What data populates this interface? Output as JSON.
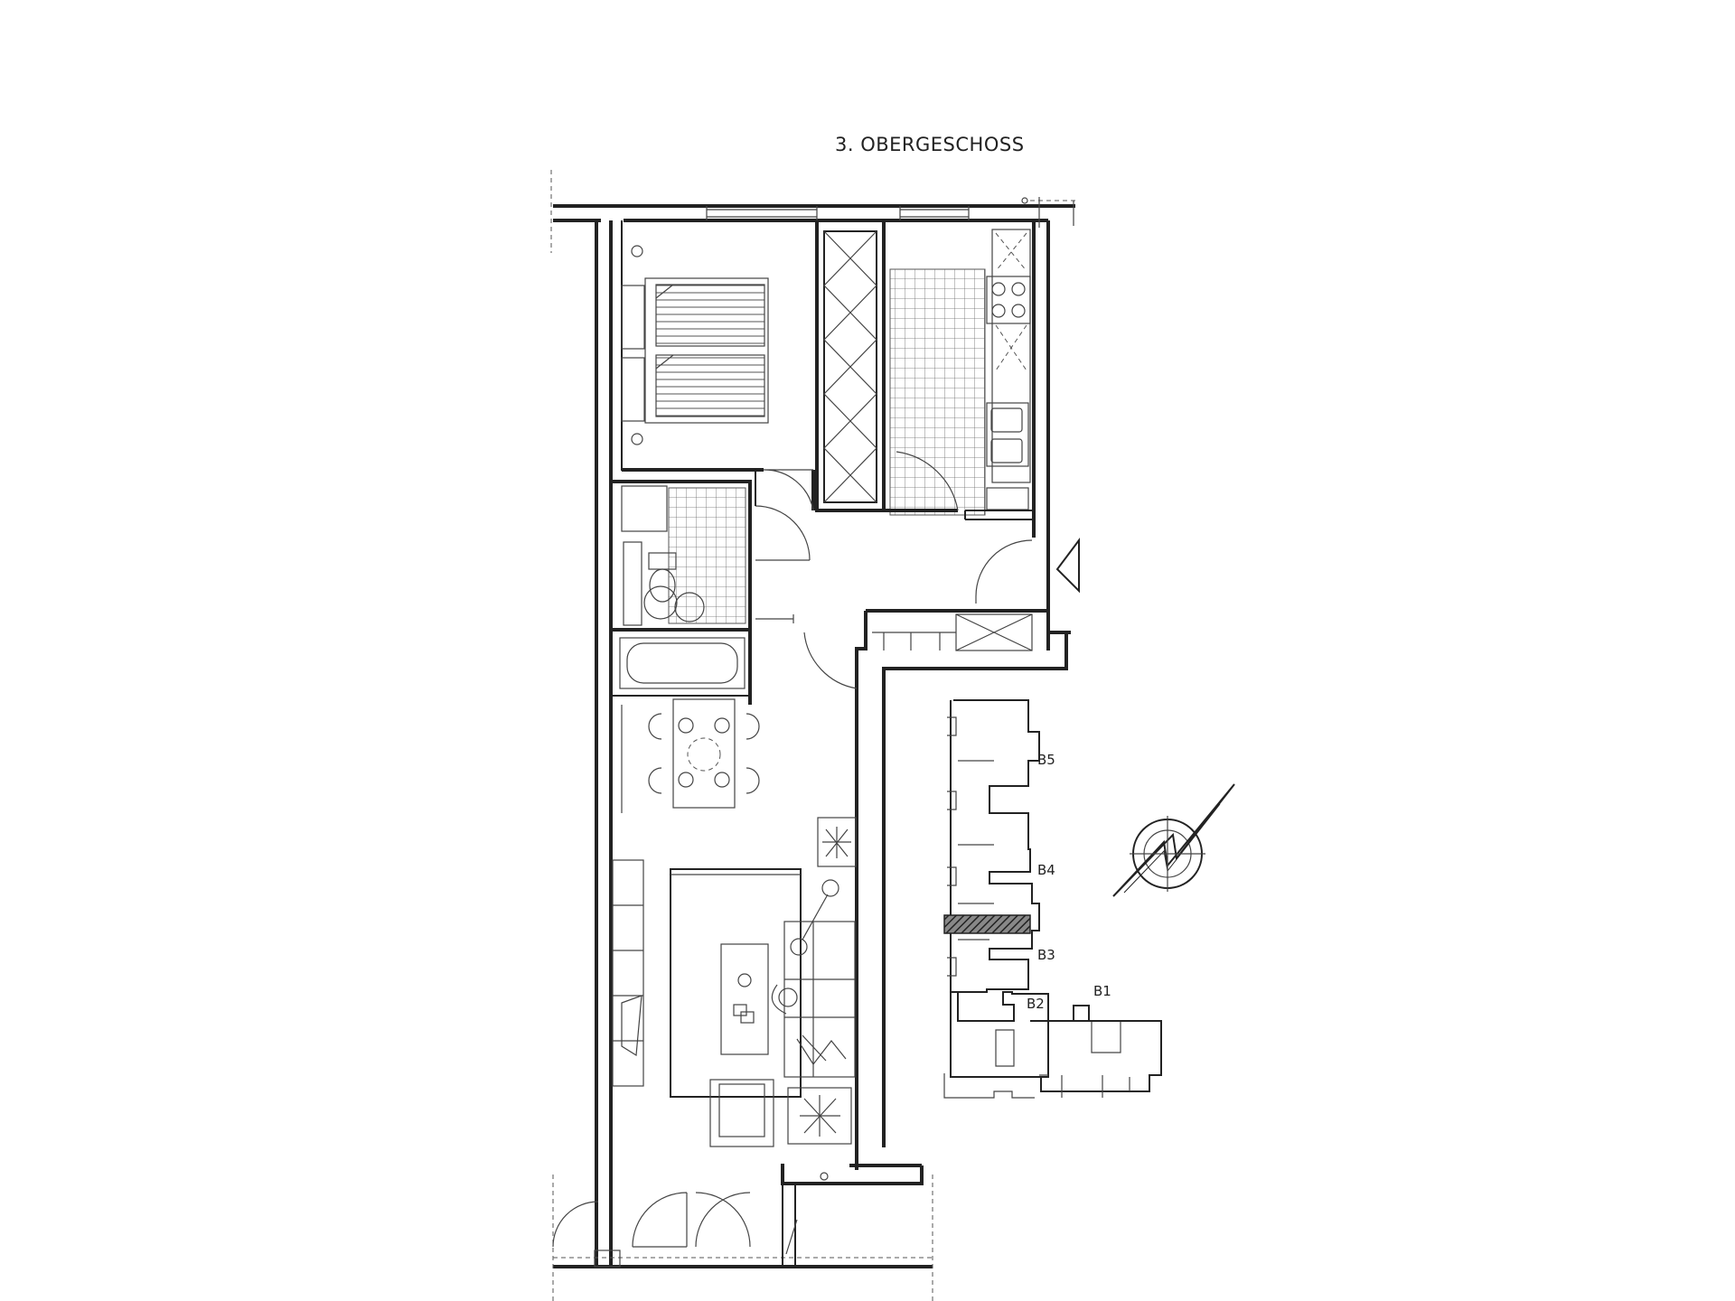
{
  "title": "3. OBERGESCHOSS",
  "site_labels": {
    "b1": "B1",
    "b2": "B2",
    "b3": "B3",
    "b4": "B4",
    "b5": "B5"
  },
  "colors": {
    "line": "#222222",
    "background": "#ffffff"
  }
}
